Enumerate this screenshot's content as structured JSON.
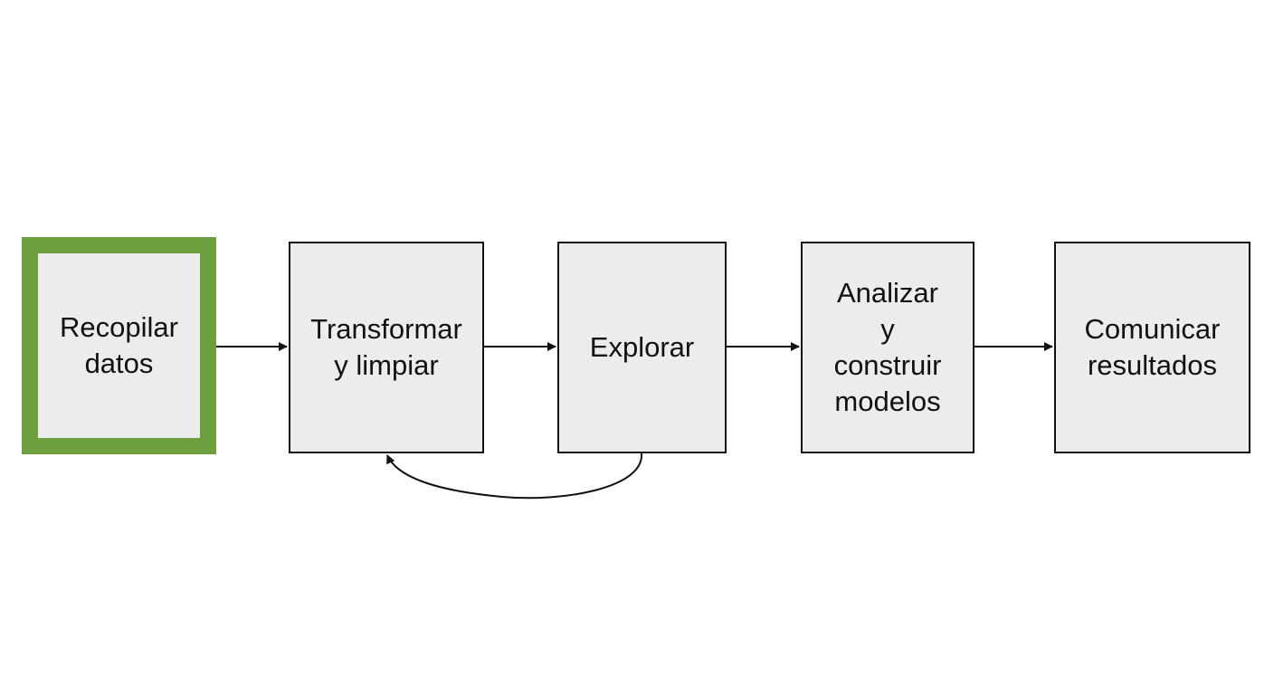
{
  "steps": [
    {
      "label": "Recopilar\ndatos"
    },
    {
      "label": "Transformar\ny limpiar"
    },
    {
      "label": "Explorar"
    },
    {
      "label": "Analizar\ny\nconstruir\nmodelos"
    },
    {
      "label": "Comunicar\nresultados"
    }
  ],
  "colors": {
    "highlight_border": "#6e9f3f",
    "box_fill": "#ececec",
    "stroke": "#111111"
  }
}
